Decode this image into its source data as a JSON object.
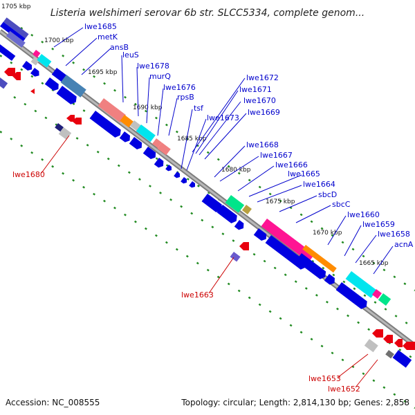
{
  "title": "Listeria welshimeri serovar 6b str. SLCC5334, complete genom...",
  "footer": {
    "accession": "Accession: NC_008555",
    "summary": "Topology: circular; Length: 2,814,130 bp; Genes: 2,858"
  },
  "ticks": [
    "1705 kbp",
    "1700 kbp",
    "1695 kbp",
    "1690 kbp",
    "1685 kbp",
    "1680 kbp",
    "1675 kbp",
    "1670 kbp",
    "1665 kbp"
  ],
  "labels_blue": [
    "lwe1685",
    "metK",
    "ansB",
    "leuS",
    "lwe1678",
    "murQ",
    "lwe1676",
    "rpsB",
    "tsf",
    "lwe1673",
    "lwe1672",
    "lwe1671",
    "lwe1670",
    "lwe1669",
    "lwe1668",
    "lwe1667",
    "lwe1666",
    "lwe1665",
    "lwe1664",
    "sbcD",
    "sbcC",
    "lwe1660",
    "lwe1659",
    "lwe1658",
    "acnA"
  ],
  "labels_red": [
    "lwe1680",
    "lwe1663",
    "lwe1653",
    "lwe1652"
  ],
  "colors": {
    "blue": "#0000e0",
    "red": "#e8000e",
    "pink": "#ff1493",
    "orange": "#ff8c00",
    "cyan": "#00e5ee",
    "green": "#2e8b2e"
  }
}
